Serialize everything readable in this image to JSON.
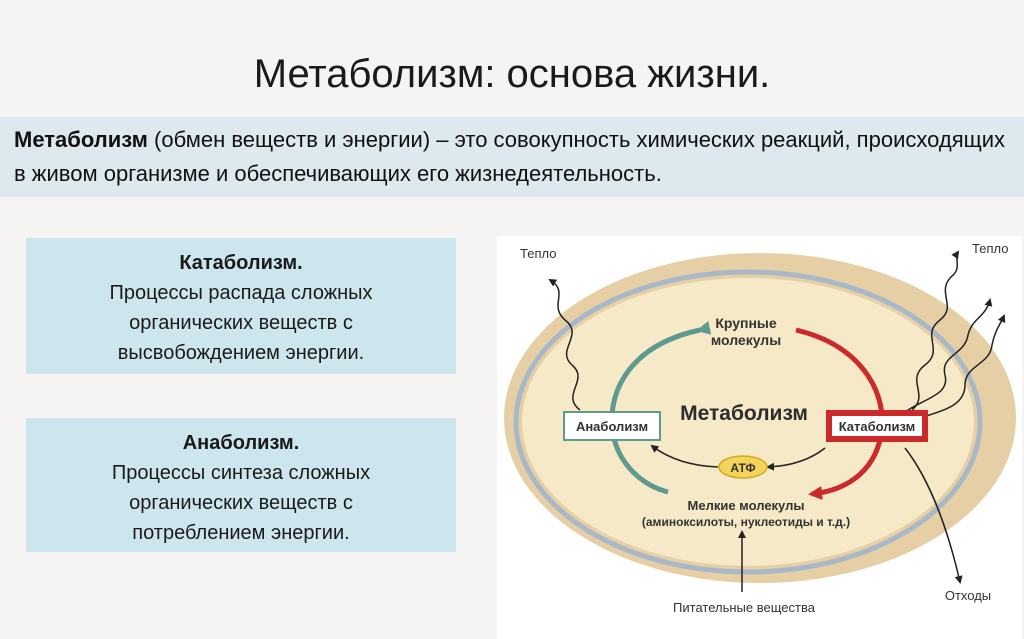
{
  "title": "Метаболизм: основа жизни.",
  "definition": {
    "term": "Метаболизм",
    "text": " (обмен веществ и энергии) – это совокупность химических реакций, происходящих в живом организме и обеспечивающих его жизнедеятельность."
  },
  "catabolism_box": {
    "heading": "Катаболизм.",
    "lines": [
      "Процессы распада сложных",
      "органических веществ с",
      "высвобождением энергии."
    ]
  },
  "anabolism_box": {
    "heading": "Анаболизм.",
    "lines": [
      "Процессы синтеза сложных",
      "органических веществ с",
      "потреблением энергии."
    ]
  },
  "diagram": {
    "heat_left": "Тепло",
    "heat_right": "Тепло",
    "large_molecules": [
      "Крупные",
      "молекулы"
    ],
    "center": "Метаболизм",
    "anabolism": "Анаболизм",
    "catabolism": "Катаболизм",
    "atp": "АТФ",
    "small_molecules": [
      "Мелкие молекулы",
      "(аминоксилоты, нуклеотиды и т.д.)"
    ],
    "nutrients": "Питательные вещества",
    "waste": "Отходы",
    "colors": {
      "cell_outer": "#e6cfa5",
      "cell_inner": "#f6e9c7",
      "membrane": "#a8b8c8",
      "anabolism_arrow": "#5f9a8e",
      "catabolism_arrow": "#cc2a2a",
      "atp_fill": "#f4d35a"
    }
  }
}
